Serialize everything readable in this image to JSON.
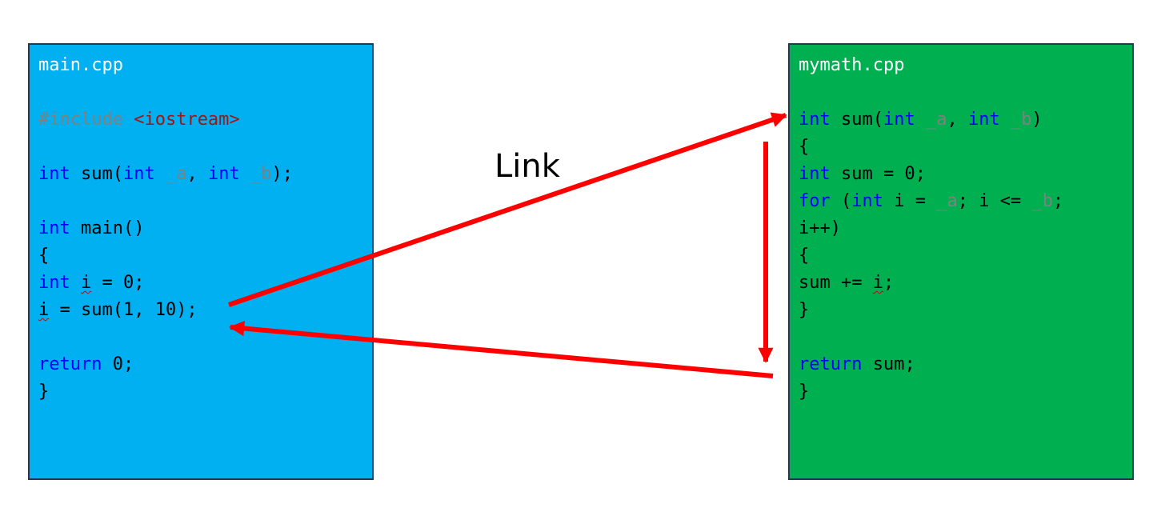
{
  "link_label": "Link",
  "main_panel": {
    "title": "main.cpp",
    "lines": [
      [],
      [
        {
          "t": "#include ",
          "c": "preproc"
        },
        {
          "t": "<iostream>",
          "c": "string"
        }
      ],
      [],
      [
        {
          "t": "int",
          "c": "keyword"
        },
        {
          "t": " sum(",
          "c": "plain"
        },
        {
          "t": "int",
          "c": "keyword"
        },
        {
          "t": " ",
          "c": "plain"
        },
        {
          "t": "_a",
          "c": "param"
        },
        {
          "t": ", ",
          "c": "plain"
        },
        {
          "t": "int",
          "c": "keyword"
        },
        {
          "t": " ",
          "c": "plain"
        },
        {
          "t": "_b",
          "c": "param"
        },
        {
          "t": ");",
          "c": "plain"
        }
      ],
      [],
      [
        {
          "t": "int",
          "c": "keyword"
        },
        {
          "t": " main()",
          "c": "plain"
        }
      ],
      [
        {
          "t": "{",
          "c": "plain"
        }
      ],
      [
        {
          "t": "int",
          "c": "keyword"
        },
        {
          "t": " ",
          "c": "plain"
        },
        {
          "t": "i",
          "c": "squiggle"
        },
        {
          "t": " = 0;",
          "c": "plain"
        }
      ],
      [
        {
          "t": "i",
          "c": "squiggle"
        },
        {
          "t": " = sum(1, 10);",
          "c": "plain"
        }
      ],
      [],
      [
        {
          "t": "return",
          "c": "keyword"
        },
        {
          "t": " 0;",
          "c": "plain"
        }
      ],
      [
        {
          "t": "}",
          "c": "plain"
        }
      ]
    ]
  },
  "math_panel": {
    "title": "mymath.cpp",
    "lines": [
      [],
      [
        {
          "t": "int",
          "c": "keyword"
        },
        {
          "t": " sum(",
          "c": "plain"
        },
        {
          "t": "int",
          "c": "keyword"
        },
        {
          "t": " ",
          "c": "plain"
        },
        {
          "t": "_a",
          "c": "param"
        },
        {
          "t": ", ",
          "c": "plain"
        },
        {
          "t": "int",
          "c": "keyword"
        },
        {
          "t": " ",
          "c": "plain"
        },
        {
          "t": "_b",
          "c": "param"
        },
        {
          "t": ")",
          "c": "plain"
        }
      ],
      [
        {
          "t": "{",
          "c": "plain"
        }
      ],
      [
        {
          "t": "int",
          "c": "keyword"
        },
        {
          "t": " sum = 0;",
          "c": "plain"
        }
      ],
      [
        {
          "t": "for",
          "c": "keyword"
        },
        {
          "t": " (",
          "c": "plain"
        },
        {
          "t": "int",
          "c": "keyword"
        },
        {
          "t": " i = ",
          "c": "plain"
        },
        {
          "t": "_a",
          "c": "param"
        },
        {
          "t": "; i <= ",
          "c": "plain"
        },
        {
          "t": "_b",
          "c": "param"
        },
        {
          "t": ";",
          "c": "plain"
        }
      ],
      [
        {
          "t": "i++)",
          "c": "plain"
        }
      ],
      [
        {
          "t": "{",
          "c": "plain"
        }
      ],
      [
        {
          "t": "sum += ",
          "c": "plain"
        },
        {
          "t": "i",
          "c": "squiggle"
        },
        {
          "t": ";",
          "c": "plain"
        }
      ],
      [
        {
          "t": "}",
          "c": "plain"
        }
      ],
      [],
      [
        {
          "t": "return",
          "c": "keyword"
        },
        {
          "t": " sum;",
          "c": "plain"
        }
      ],
      [
        {
          "t": "}",
          "c": "plain"
        }
      ]
    ]
  },
  "colors": {
    "main_panel_bg": "#00b0f0",
    "math_panel_bg": "#00b050",
    "arrow": "#ff0000",
    "keyword": "#0000ff",
    "param": "#808080",
    "string": "#a31515"
  }
}
